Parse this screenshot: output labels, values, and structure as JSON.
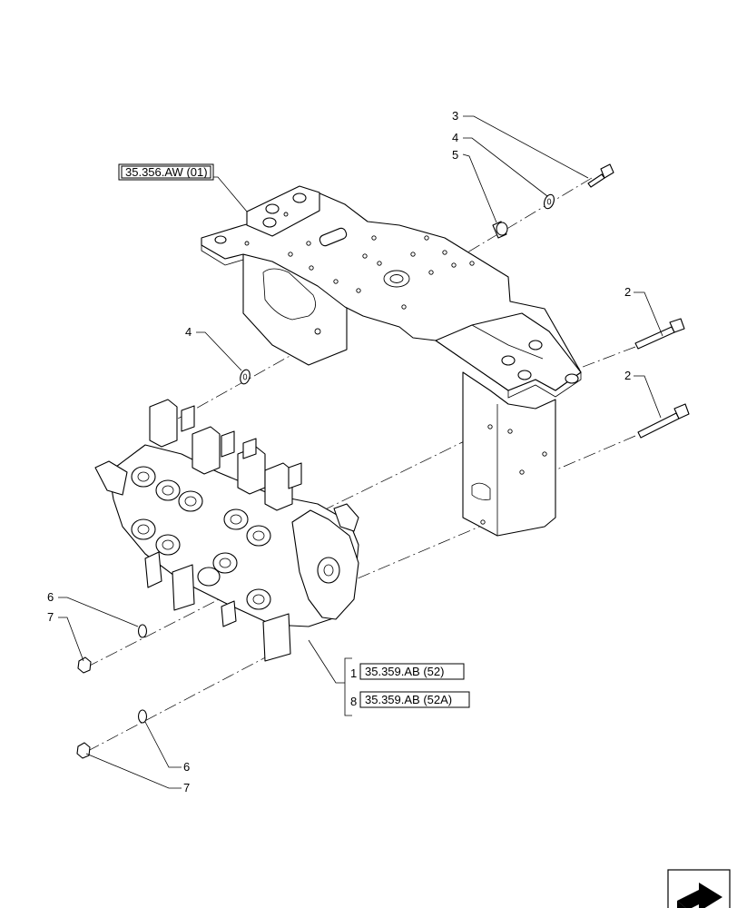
{
  "references": {
    "bracket_ref": "35.356.AW (01)",
    "valve_ref_52": "35.359.AB (52)",
    "valve_ref_52a": "35.359.AB (52A)"
  },
  "callouts": {
    "c1": "1",
    "c2a": "2",
    "c2b": "2",
    "c3": "3",
    "c4a": "4",
    "c4b": "4",
    "c5": "5",
    "c6a": "6",
    "c6b": "6",
    "c7a": "7",
    "c7b": "7",
    "c8": "8"
  },
  "icons": {
    "nav": "next-page-arrow-icon"
  }
}
